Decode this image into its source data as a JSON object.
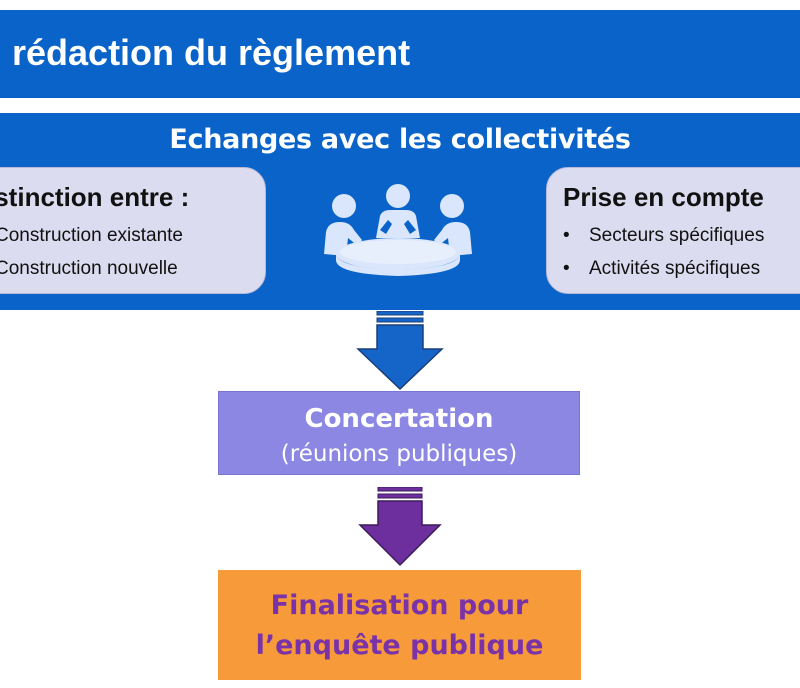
{
  "header": {
    "title": "rédaction du règlement"
  },
  "exchanges": {
    "title": "Echanges avec les collectivités",
    "left_box": {
      "heading": "istinction entre :",
      "items": [
        "Construction existante",
        "Construction nouvelle"
      ]
    },
    "right_box": {
      "heading": "Prise en compte",
      "bullet": "•",
      "items": [
        "Secteurs spécifiques",
        "Activités spécifiques"
      ]
    }
  },
  "concertation": {
    "title": "Concertation",
    "subtitle": "(réunions publiques)"
  },
  "finalisation": {
    "line1": "Finalisation pour",
    "line2": "l’enquête publique"
  },
  "colors": {
    "blue_band": "#0a63c9",
    "box_fill": "#dcdcf0",
    "arrow_blue": "#1565c8",
    "concertation_fill": "#8b87e2",
    "arrow_purple": "#6e2f9e",
    "finalisation_fill": "#f79a3a",
    "finalisation_text": "#7a32a8"
  },
  "icons": [
    "meeting-icon",
    "down-arrow-icon"
  ]
}
